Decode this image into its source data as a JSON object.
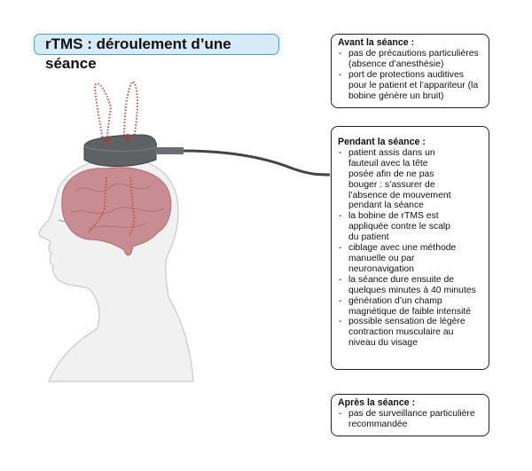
{
  "title": "rTMS : déroulement d’une séance",
  "sections": [
    {
      "heading": "Avant la séance :",
      "items": [
        "pas de précautions particulières (absence d’anesthésie)",
        "port de protections auditives pour le patient et l’appariteur (la bobine génère un bruit)"
      ]
    },
    {
      "heading": "Pendant la séance :",
      "items": [
        "patient assis dans un fauteuil avec la tête posée afin de ne pas bouger : s’assurer de l’absence de mouvement pendant la séance",
        "la bobine de rTMS est appliquée contre le scalp du patient",
        "ciblage avec une méthode manuelle ou par neuronavigation",
        "la séance dure ensuite de quelques minutes à 40 minutes",
        "génération d’un champ magnétique de faible intensité",
        "possible sensation de légère contraction musculaire au niveau du visage"
      ]
    },
    {
      "heading": "Après la séance :",
      "items": [
        "pas de surveillance particulière recommandée"
      ]
    }
  ],
  "colors": {
    "title_bg": "#d6ebf7",
    "title_border": "#4aa3d8",
    "brain": "#c98c92",
    "field": "#b5544f",
    "coil": "#5f6264"
  }
}
